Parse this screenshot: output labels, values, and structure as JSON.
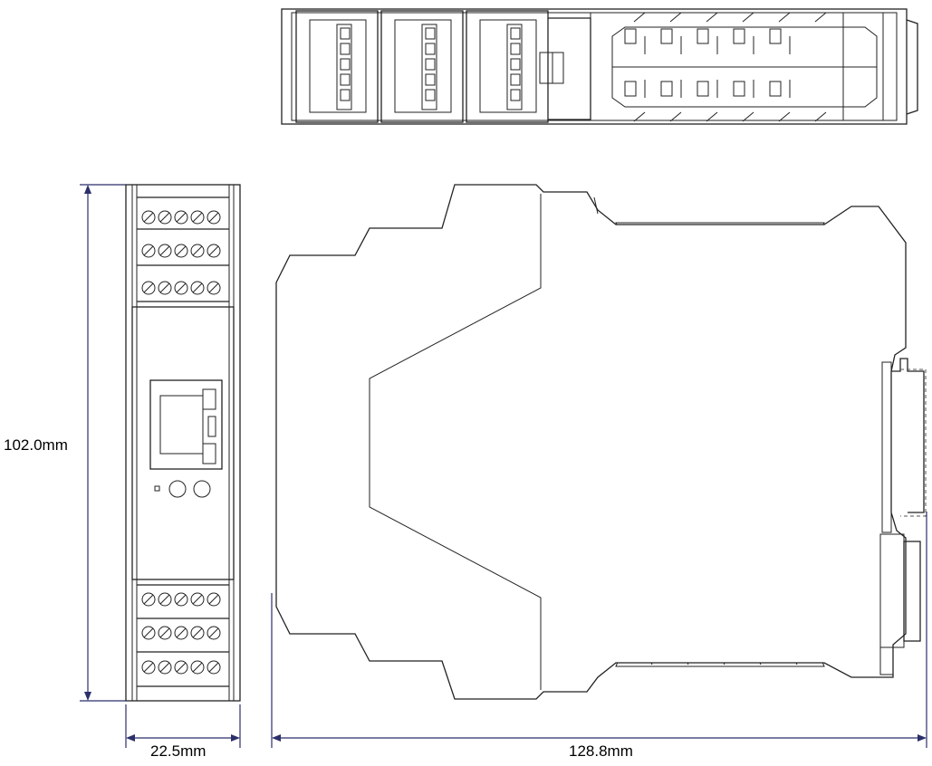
{
  "dimensions": {
    "height": "102.0mm",
    "width": "22.5mm",
    "length": "128.8mm"
  },
  "colors": {
    "line": "#222222",
    "dimension_line": "#2b2f6b",
    "background": "#ffffff"
  }
}
